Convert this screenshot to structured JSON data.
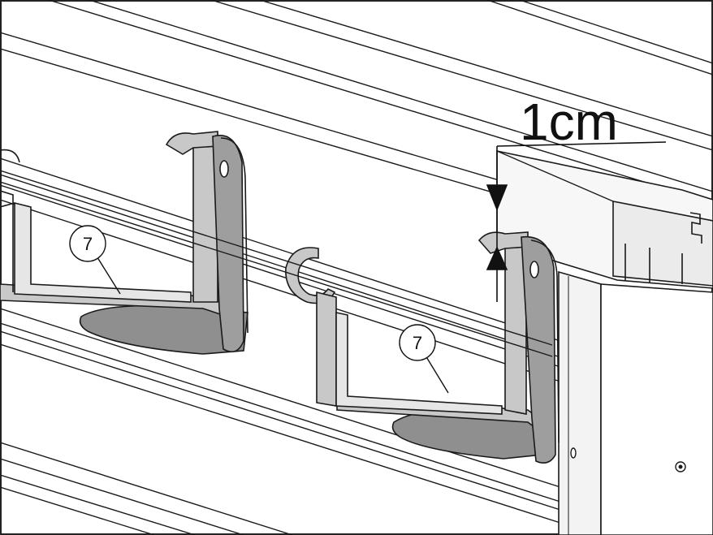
{
  "dimension": {
    "label": "1cm"
  },
  "callouts": [
    {
      "label": "7"
    },
    {
      "label": "7"
    }
  ],
  "colors": {
    "line": "#1a1a1a",
    "face_light": "#f2f2f2",
    "face_mid": "#c8c8c8",
    "face_dark": "#8f8f8f",
    "face_darker": "#6e6e6e"
  }
}
